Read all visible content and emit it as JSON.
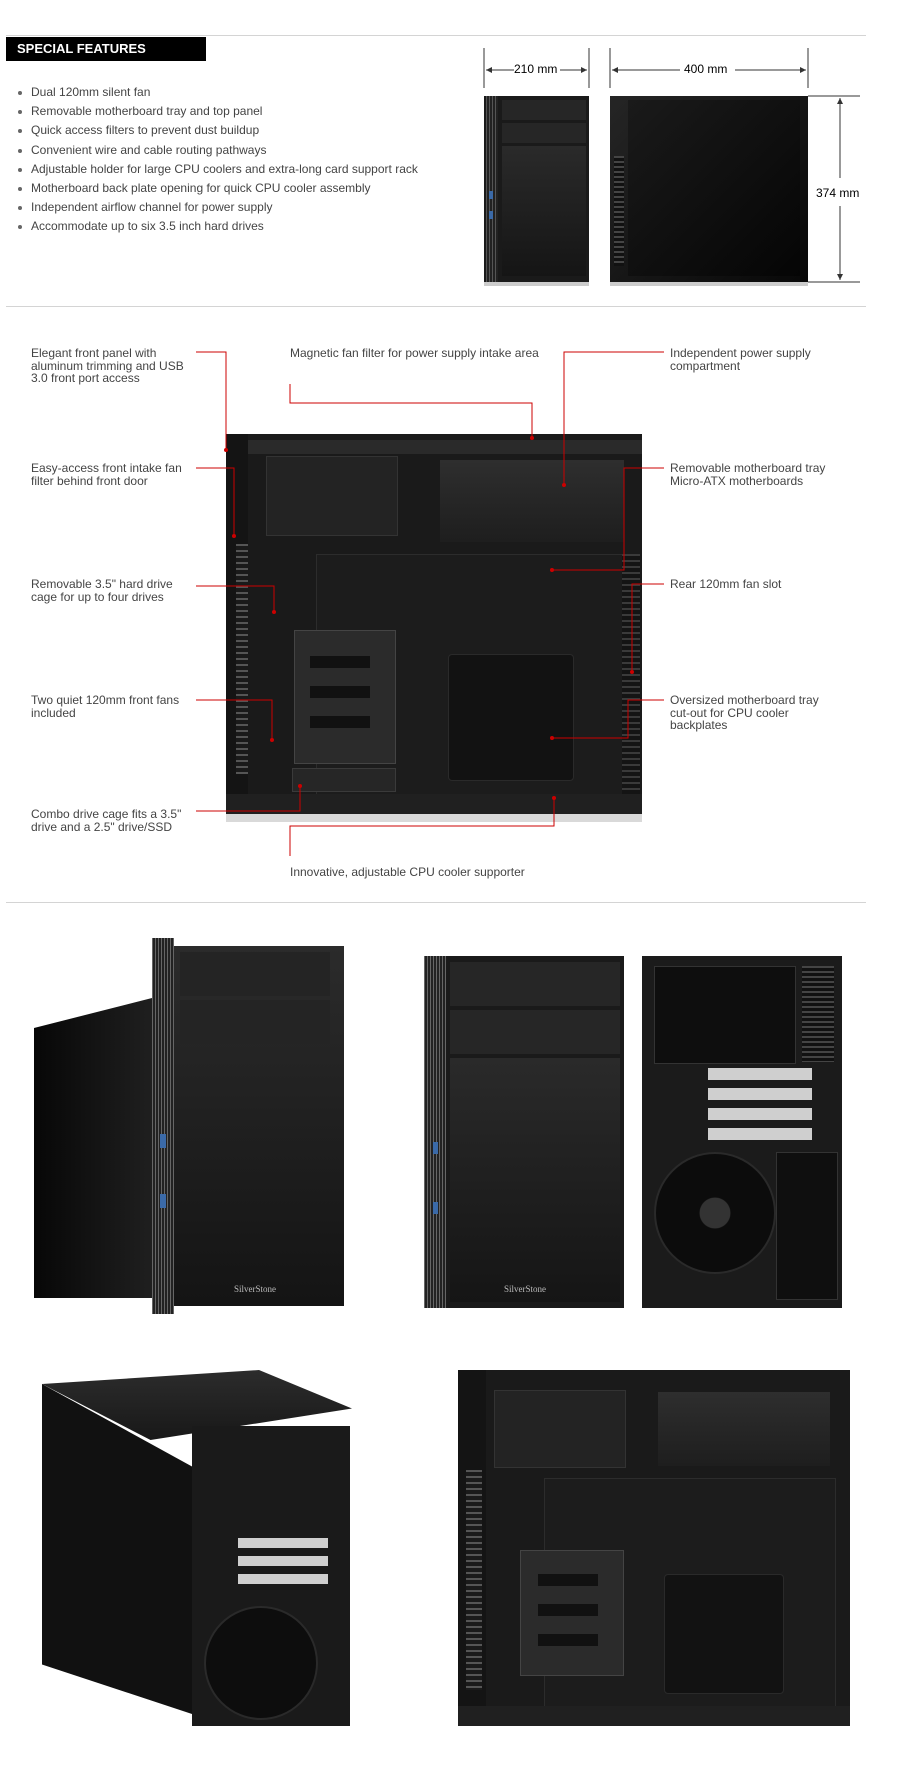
{
  "header": {
    "title": "SPECIAL FEATURES"
  },
  "features": [
    "Dual 120mm silent fan",
    "Removable motherboard tray and top panel",
    "Quick access filters to prevent dust buildup",
    "Convenient wire and cable routing pathways",
    "Adjustable holder for large CPU coolers and extra-long card support rack",
    "Motherboard back plate opening for quick CPU cooler assembly",
    "Independent airflow channel for power supply",
    "Accommodate up to six 3.5 inch hard drives"
  ],
  "dimensions": {
    "width": "210 mm",
    "depth": "400 mm",
    "height": "374 mm"
  },
  "callouts": {
    "front_panel": "Elegant front panel with\naluminum trimming and USB\n3.0 front port access",
    "intake_filter": "Easy-access front intake fan\nfilter behind front door",
    "hdd_cage": "Removable 3.5\" hard drive\ncage for up to four drives",
    "front_fans": "Two quiet 120mm front fans\nincluded",
    "combo_cage": "Combo drive cage fits a 3.5\"\ndrive and a 2.5\" drive/SSD",
    "psu_filter": "Magnetic fan filter for power supply intake area",
    "cooler_supporter": "Innovative, adjustable CPU cooler supporter",
    "psu_compartment": "Independent power supply\ncompartment",
    "mb_tray": "Removable motherboard tray\nMicro-ATX motherboards",
    "rear_fan": "Rear 120mm fan slot",
    "cutout": "Oversized motherboard tray\ncut-out for CPU cooler\nbackplates"
  },
  "brand": "SilverStone",
  "colors": {
    "accent": "#cc0000",
    "badge_bg": "#000000",
    "case": "#161616"
  }
}
